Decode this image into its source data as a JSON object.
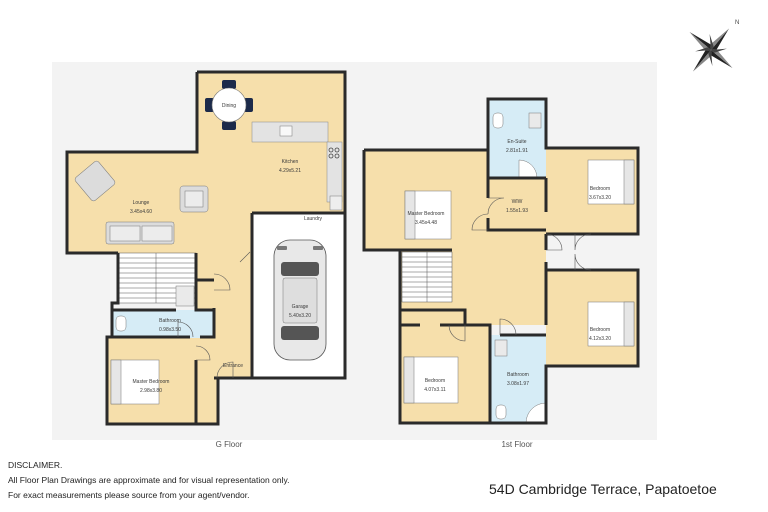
{
  "floors": [
    {
      "label": "G Floor"
    },
    {
      "label": "1st Floor"
    }
  ],
  "rooms": {
    "dining": {
      "name": "Dining"
    },
    "kitchen": {
      "name": "Kitchen",
      "size": "4.29x5.21"
    },
    "lounge": {
      "name": "Lounge",
      "size": "3.45x4.60"
    },
    "laundry": {
      "name": "Laundry"
    },
    "garage": {
      "name": "Garage",
      "size": "5.40x3.20"
    },
    "bathroom_g": {
      "name": "Bathroom",
      "size": "0.98x3.50"
    },
    "master_g": {
      "name": "Master Bedroom",
      "size": "2.98x3.80"
    },
    "entrance": {
      "name": "Entrance"
    },
    "ensuite": {
      "name": "En-Suite",
      "size": "2.81x1.91"
    },
    "master_1": {
      "name": "Master Bedroom",
      "size": "3.45x4.48"
    },
    "wiw": {
      "name": "WIW",
      "size": "1.55x1.93"
    },
    "bedroom_a": {
      "name": "Bedroom",
      "size": "3.67x3.20"
    },
    "bedroom_b": {
      "name": "Bedroom",
      "size": "4.12x3.20"
    },
    "bedroom_c": {
      "name": "Bedroom",
      "size": "4.07x3.11"
    },
    "bathroom_1": {
      "name": "Bathroom",
      "size": "3.08x1.97"
    }
  },
  "disclaimer": {
    "heading": "DISCLAIMER.",
    "line1": "All Floor Plan Drawings are approximate and for visual representation only.",
    "line2": "For exact measurements please source from your agent/vendor."
  },
  "address": "54D Cambridge Terrace, Papatoetoe",
  "icons": {
    "compass": "compass-rose-icon"
  },
  "colors": {
    "floor": "#f6dfab",
    "wet_room": "#d6ecf6",
    "garage": "#ffffff",
    "wall": "#2a2a2a",
    "background_panel": "#f3f3f3"
  }
}
